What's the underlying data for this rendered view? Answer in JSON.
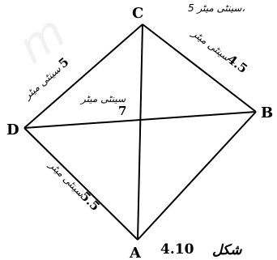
{
  "figure": {
    "vertices": {
      "A": "A",
      "B": "B",
      "C": "C",
      "D": "D"
    },
    "edges": {
      "DC": {
        "value": "5",
        "unit": "سینٹی میٹر"
      },
      "CB": {
        "value": "4.5",
        "unit": "سینٹی میٹر"
      },
      "DB": {
        "value": "7",
        "unit": "سینٹی میٹر"
      },
      "DA": {
        "value": "5.5",
        "unit": "سینٹی میٹر"
      }
    },
    "top_right_fragment": "5 سینٹی میٹر،",
    "caption": {
      "number": "4.10",
      "word": "شکل"
    }
  }
}
